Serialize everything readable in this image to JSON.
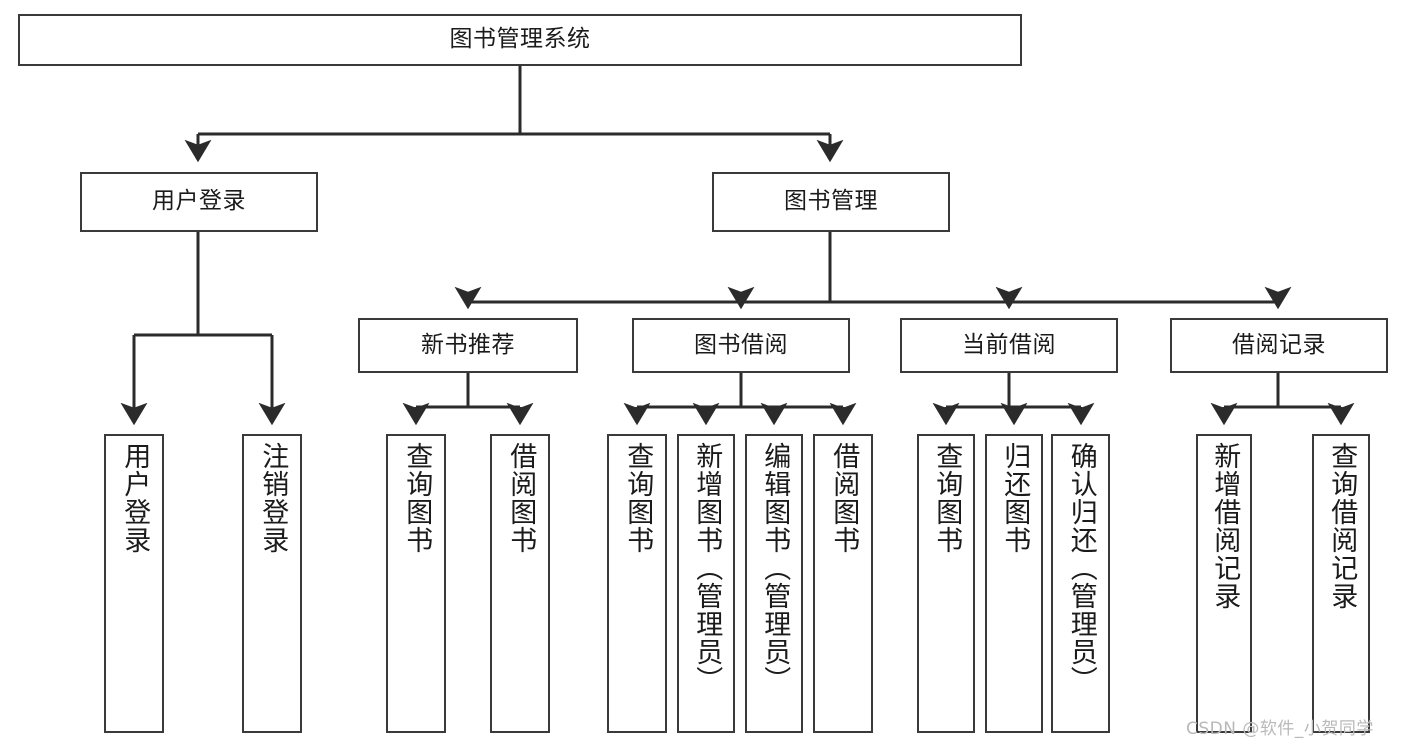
{
  "diagram": {
    "title": "图书管理系统",
    "type": "tree-hierarchy-diagram",
    "colors": {
      "box_border": "#3a3a3a",
      "box_fill": "#ffffff",
      "edge": "#2b2b2b",
      "text": "#1b1b1b",
      "watermark": "#b9b9b9",
      "background": "#ffffff"
    },
    "levels": {
      "root": {
        "label": "图书管理系统"
      },
      "level2": [
        {
          "label": "用户登录"
        },
        {
          "label": "图书管理"
        }
      ],
      "level3": [
        {
          "label": "新书推荐"
        },
        {
          "label": "图书借阅"
        },
        {
          "label": "当前借阅"
        },
        {
          "label": "借阅记录"
        }
      ],
      "leaves": [
        {
          "label": "用户登录",
          "parent": "用户登录"
        },
        {
          "label": "注销登录",
          "parent": "用户登录"
        },
        {
          "label": "查询图书",
          "parent": "新书推荐"
        },
        {
          "label": "借阅图书",
          "parent": "新书推荐"
        },
        {
          "label": "查询图书",
          "parent": "图书借阅"
        },
        {
          "label": "新增图书（管理员）",
          "parent": "图书借阅"
        },
        {
          "label": "编辑图书（管理员）",
          "parent": "图书借阅"
        },
        {
          "label": "借阅图书",
          "parent": "图书借阅"
        },
        {
          "label": "查询图书",
          "parent": "当前借阅"
        },
        {
          "label": "归还图书",
          "parent": "当前借阅"
        },
        {
          "label": "确认归还（管理员）",
          "parent": "当前借阅"
        },
        {
          "label": "新增借阅记录",
          "parent": "借阅记录"
        },
        {
          "label": "查询借阅记录",
          "parent": "借阅记录"
        }
      ]
    },
    "watermark": "CSDN @软件_小贺同学"
  }
}
